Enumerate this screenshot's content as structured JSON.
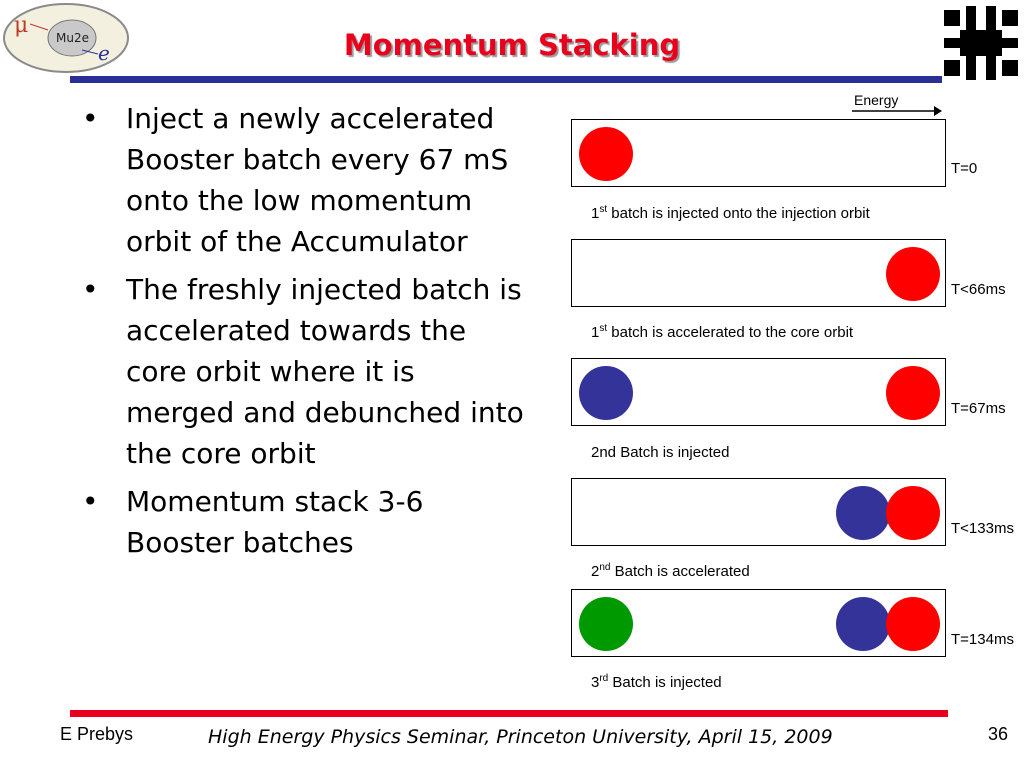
{
  "header": {
    "title": "Momentum Stacking",
    "logo_left_text": "Mu2e",
    "logo_right": "fermilab-logo"
  },
  "bullets": [
    "Inject a newly accelerated Booster batch every 67 mS onto the low momentum orbit of the Accumulator",
    "The freshly injected batch is accelerated towards the core orbit where it is merged and debunched into the core orbit",
    "Momentum stack 3-6 Booster batches"
  ],
  "diagram": {
    "axis_label": "Energy",
    "steps": [
      {
        "time": "T=0",
        "caption_num": "1",
        "caption_sup": "st",
        "caption_rest": " batch is injected onto the injection orbit"
      },
      {
        "time": "T<66ms",
        "caption_num": "1",
        "caption_sup": "st",
        "caption_rest": " batch is accelerated to the core orbit"
      },
      {
        "time": "T=67ms",
        "caption_num": "2nd Batch is injected",
        "caption_sup": "",
        "caption_rest": ""
      },
      {
        "time": "T<133ms",
        "caption_num": "2",
        "caption_sup": "nd",
        "caption_rest": " Batch is accelerated"
      },
      {
        "time": "T=134ms",
        "caption_num": "3",
        "caption_sup": "rd",
        "caption_rest": " Batch is injected"
      }
    ],
    "colors": {
      "first_batch": "#ff0000",
      "second_batch": "#333399",
      "third_batch": "#009900"
    }
  },
  "footer": {
    "author": "E Prebys",
    "venue": "High Energy Physics Seminar, Princeton University, April 15, 2009",
    "page": "36"
  }
}
